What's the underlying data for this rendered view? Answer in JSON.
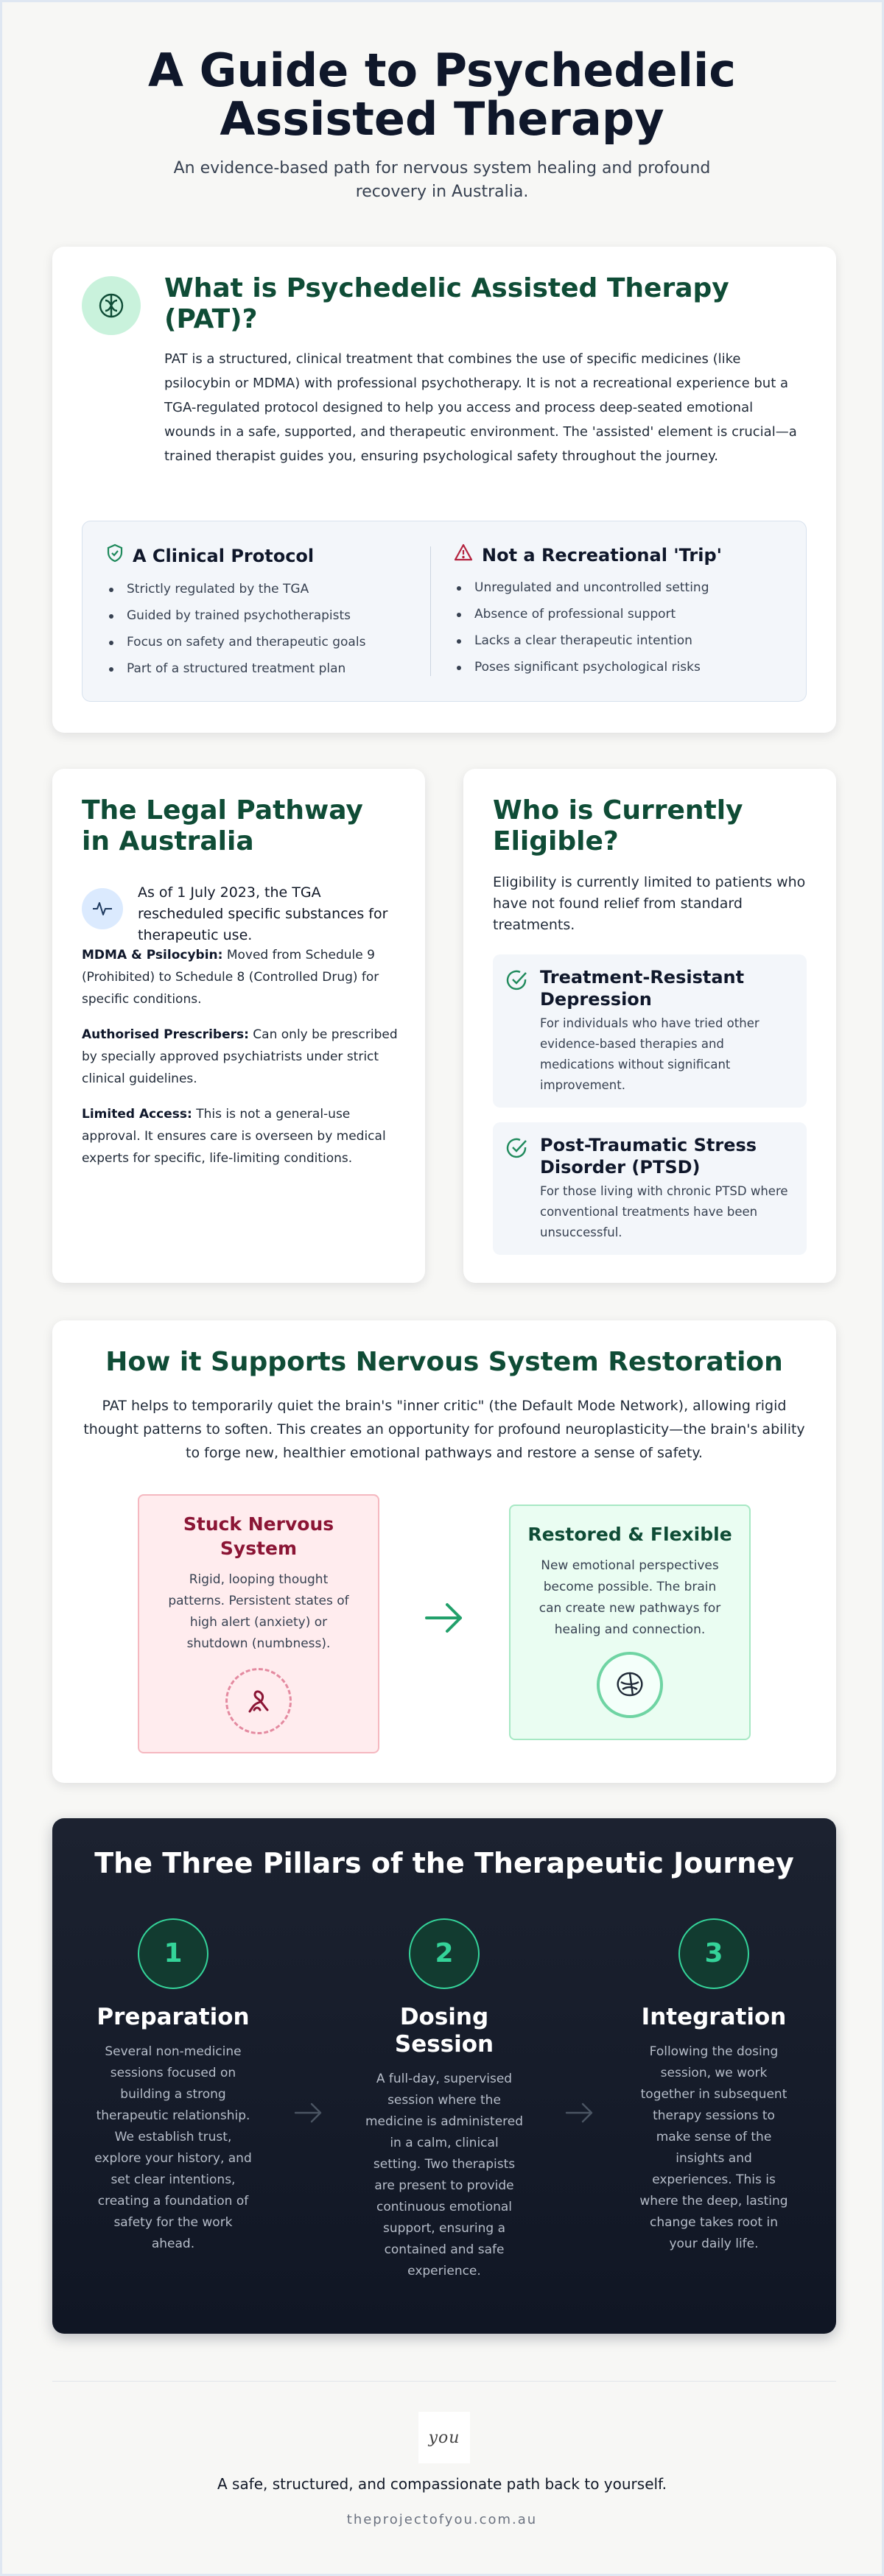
{
  "hero": {
    "title": "A Guide to Psychedelic Assisted Therapy",
    "subtitle": "An evidence-based path for nervous system healing and profound recovery in Australia."
  },
  "what": {
    "icon": "brain-icon",
    "title": "What is Psychedelic Assisted Therapy (PAT)?",
    "body": "PAT is a structured, clinical treatment that combines the use of specific medicines (like psilocybin or MDMA) with professional psychotherapy. It is not a recreational experience but a TGA-regulated protocol designed to help you access and process deep-seated emotional wounds in a safe, supported, and therapeutic environment. The 'assisted' element is crucial—a trained therapist guides you, ensuring psychological safety throughout the journey.",
    "clinical": {
      "icon": "shield-check-icon",
      "title": "A Clinical Protocol",
      "items": [
        "Strictly regulated by the TGA",
        "Guided by trained psychotherapists",
        "Focus on safety and therapeutic goals",
        "Part of a structured treatment plan"
      ]
    },
    "recreational": {
      "icon": "warning-triangle-icon",
      "title": "Not a Recreational 'Trip'",
      "items": [
        "Unregulated and uncontrolled setting",
        "Absence of professional support",
        "Lacks a clear therapeutic intention",
        "Poses significant psychological risks"
      ]
    }
  },
  "legal": {
    "title": "The Legal Pathway in Australia",
    "note_icon": "activity-pulse-icon",
    "note": "As of 1 July 2023, the TGA rescheduled specific substances for therapeutic use.",
    "items": [
      {
        "label": "MDMA & Psilocybin:",
        "text": " Moved from Schedule 9 (Prohibited) to Schedule 8 (Controlled Drug) for specific conditions."
      },
      {
        "label": "Authorised Prescribers:",
        "text": " Can only be prescribed by specially approved psychiatrists under strict clinical guidelines."
      },
      {
        "label": "Limited Access:",
        "text": " This is not a general-use approval. It ensures care is overseen by medical experts for specific, life-limiting conditions."
      }
    ]
  },
  "eligible": {
    "title": "Who is Currently Eligible?",
    "lead": "Eligibility is currently limited to patients who have not found relief from standard treatments.",
    "conditions": [
      {
        "title": "Treatment-Resistant Depression",
        "text": "For individuals who have tried other evidence-based therapies and medications without significant improvement."
      },
      {
        "title": "Post-Traumatic Stress Disorder (PTSD)",
        "text": "For those living with chronic PTSD where conventional treatments have been unsuccessful."
      }
    ]
  },
  "restore": {
    "title": "How it Supports Nervous System Restoration",
    "desc": "PAT helps to temporarily quiet the brain's \"inner critic\" (the Default Mode Network), allowing rigid thought patterns to soften. This creates an opportunity for profound neuroplasticity—the brain's ability to forge new, healthier emotional pathways and restore a sense of safety.",
    "stuck": {
      "title": "Stuck Nervous System",
      "text": "Rigid, looping thought patterns. Persistent states of high alert (anxiety) or shutdown (numbness).",
      "icon": "tangled-line-icon"
    },
    "restored": {
      "title": "Restored & Flexible",
      "text": "New emotional perspectives become possible. The brain can create new pathways for healing and connection.",
      "icon": "brain-icon"
    },
    "arrow_icon": "arrow-right-icon",
    "colors": {
      "stuck": "#8b1535",
      "restored": "#0f4c36",
      "accent": "#22a06b"
    }
  },
  "pillars": {
    "title": "The Three Pillars of the Therapeutic Journey",
    "items": [
      {
        "num": "1",
        "title": "Preparation",
        "text": "Several non-medicine sessions focused on building a strong therapeutic relationship. We establish trust, explore your history, and set clear intentions, creating a foundation of safety for the work ahead."
      },
      {
        "num": "2",
        "title": "Dosing Session",
        "text": "A full-day, supervised session where the medicine is administered in a calm, clinical setting. Two therapists are present to provide continuous emotional support, ensuring a contained and safe experience."
      },
      {
        "num": "3",
        "title": "Integration",
        "text": "Following the dosing session, we work together in subsequent therapy sessions to make sense of the insights and experiences. This is where the deep, lasting change takes root in your daily life."
      }
    ],
    "arrow_icon": "arrow-right-icon"
  },
  "footer": {
    "logo_text": "you",
    "tagline": "A safe, structured, and compassionate path back to yourself.",
    "site": "theprojectofyou.com.au"
  }
}
